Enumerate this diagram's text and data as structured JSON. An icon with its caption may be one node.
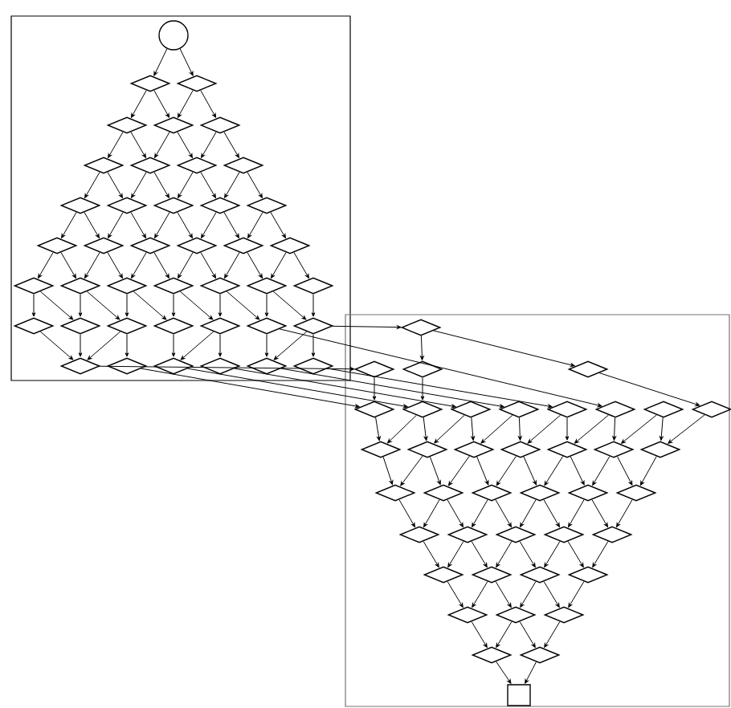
{
  "diagram": {
    "nodes": [
      {
        "text": [],
        "shape": "box"
      },
      {
        "text": [],
        "shape": "circle",
        "in": 0
      },
      {
        "text": [],
        "shape": "diamond",
        "in": 0
      },
      {
        "text": [],
        "shape": "diamond",
        "in": 0
      },
      {
        "text": [],
        "shape": "diamond",
        "in": 0
      },
      {
        "text": [],
        "shape": "diamond",
        "in": 0
      },
      {
        "text": [],
        "shape": "diamond",
        "in": 0
      },
      {
        "text": [],
        "shape": "diamond",
        "in": 0
      },
      {
        "text": [],
        "shape": "diamond",
        "in": 0
      },
      {
        "text": [],
        "shape": "diamond",
        "in": 0
      },
      {
        "text": [],
        "shape": "diamond",
        "in": 0
      },
      {
        "text": [],
        "shape": "diamond",
        "in": 0
      },
      {
        "text": [],
        "shape": "diamond",
        "in": 0
      },
      {
        "text": [],
        "shape": "diamond",
        "in": 0
      },
      {
        "text": [],
        "shape": "diamond",
        "in": 0
      },
      {
        "text": [],
        "shape": "diamond",
        "in": 0
      },
      {
        "text": [],
        "shape": "diamond",
        "in": 0
      },
      {
        "text": [],
        "shape": "diamond",
        "in": 0
      },
      {
        "text": [],
        "shape": "diamond",
        "in": 0
      },
      {
        "text": [],
        "shape": "diamond",
        "in": 0
      },
      {
        "text": [],
        "shape": "diamond",
        "in": 0
      },
      {
        "text": [],
        "shape": "diamond",
        "in": 0
      },
      {
        "text": [],
        "shape": "diamond",
        "in": 0
      },
      {
        "text": [],
        "shape": "diamond",
        "in": 0
      },
      {
        "text": [],
        "shape": "diamond",
        "in": 0
      },
      {
        "text": [],
        "shape": "diamond",
        "in": 0
      },
      {
        "text": [],
        "shape": "diamond",
        "in": 0
      },
      {
        "text": [],
        "shape": "diamond",
        "in": 0
      },
      {
        "text": [],
        "shape": "diamond",
        "in": 0
      },
      {
        "text": [],
        "shape": "diamond",
        "in": 0
      },
      {
        "text": [],
        "shape": "diamond",
        "in": 0
      },
      {
        "text": [],
        "shape": "diamond",
        "in": 0
      },
      {
        "text": [],
        "shape": "diamond",
        "in": 0
      },
      {
        "text": [],
        "shape": "diamond",
        "in": 0
      },
      {
        "text": [],
        "shape": "diamond",
        "in": 0
      },
      {
        "text": [],
        "shape": "diamond",
        "in": 0
      },
      {
        "text": [],
        "shape": "diamond",
        "in": 0
      },
      {
        "text": [],
        "shape": "diamond",
        "in": 0
      },
      {
        "text": [],
        "shape": "diamond",
        "in": 0
      },
      {
        "text": [],
        "shape": "diamond",
        "in": 0
      },
      {
        "text": [],
        "shape": "diamond",
        "in": 0
      },
      {
        "text": [],
        "shape": "diamond",
        "in": 0
      },
      {
        "text": [],
        "shape": "box"
      },
      {
        "text": [],
        "shape": "diamond",
        "in": 42
      },
      {
        "text": [],
        "shape": "diamond",
        "in": 42
      },
      {
        "text": [],
        "shape": "diamond",
        "in": 42
      },
      {
        "text": [],
        "shape": "diamond",
        "in": 42
      },
      {
        "text": [],
        "shape": "diamond",
        "in": 42
      },
      {
        "text": [],
        "shape": "diamond",
        "in": 42
      },
      {
        "text": [],
        "shape": "diamond",
        "in": 42
      },
      {
        "text": [],
        "shape": "diamond",
        "in": 42
      },
      {
        "text": [],
        "shape": "diamond",
        "in": 42
      },
      {
        "text": [],
        "shape": "diamond",
        "in": 42
      },
      {
        "text": [],
        "shape": "diamond",
        "in": 42
      },
      {
        "text": [],
        "shape": "diamond",
        "in": 42
      },
      {
        "text": [],
        "shape": "diamond",
        "in": 42
      },
      {
        "text": [],
        "shape": "diamond",
        "in": 42
      },
      {
        "text": [],
        "shape": "diamond",
        "in": 42
      },
      {
        "text": [],
        "shape": "diamond",
        "in": 42
      },
      {
        "text": [],
        "shape": "diamond",
        "in": 42
      },
      {
        "text": [],
        "shape": "diamond",
        "in": 42
      },
      {
        "text": [],
        "shape": "diamond",
        "in": 42
      },
      {
        "text": [],
        "shape": "diamond",
        "in": 42
      },
      {
        "text": [],
        "shape": "diamond",
        "in": 42
      },
      {
        "text": [],
        "shape": "diamond",
        "in": 42
      },
      {
        "text": [],
        "shape": "diamond",
        "in": 42
      },
      {
        "text": [],
        "shape": "diamond",
        "in": 42
      },
      {
        "text": [],
        "shape": "diamond",
        "in": 42
      },
      {
        "text": [],
        "shape": "diamond",
        "in": 42
      },
      {
        "text": [],
        "shape": "diamond",
        "in": 42
      },
      {
        "text": [],
        "shape": "diamond",
        "in": 42
      },
      {
        "text": [],
        "shape": "diamond",
        "in": 42
      },
      {
        "text": [],
        "shape": "diamond",
        "in": 42
      },
      {
        "text": [],
        "shape": "diamond",
        "in": 42
      },
      {
        "text": [],
        "shape": "diamond",
        "in": 42
      },
      {
        "text": [],
        "shape": "diamond",
        "in": 42
      },
      {
        "text": [],
        "shape": "diamond",
        "in": 42
      },
      {
        "text": [],
        "shape": "diamond",
        "in": 42
      },
      {
        "text": [],
        "shape": "diamond",
        "in": 42
      },
      {
        "text": [],
        "shape": "diamond",
        "in": 42
      },
      {
        "text": [],
        "shape": "diamond",
        "in": 42
      },
      {
        "text": [],
        "shape": "diamond",
        "in": 42
      },
      {
        "text": [],
        "shape": "box",
        "in": 42
      }
    ],
    "edges": [
      {
        "from": 1,
        "to": 2,
        "arrow": "to"
      },
      {
        "from": 1,
        "to": 3,
        "arrow": "to"
      },
      {
        "from": 2,
        "to": 4,
        "arrow": "to"
      },
      {
        "from": 2,
        "to": 5,
        "arrow": "to"
      },
      {
        "from": 3,
        "to": 5,
        "arrow": "to"
      },
      {
        "from": 3,
        "to": 6,
        "arrow": "to"
      },
      {
        "from": 4,
        "to": 7,
        "arrow": "to"
      },
      {
        "from": 4,
        "to": 8,
        "arrow": "to"
      },
      {
        "from": 5,
        "to": 8,
        "arrow": "to"
      },
      {
        "from": 5,
        "to": 9,
        "arrow": "to"
      },
      {
        "from": 6,
        "to": 9,
        "arrow": "to"
      },
      {
        "from": 6,
        "to": 10,
        "arrow": "to"
      },
      {
        "from": 7,
        "to": 11,
        "arrow": "to"
      },
      {
        "from": 7,
        "to": 12,
        "arrow": "to"
      },
      {
        "from": 8,
        "to": 12,
        "arrow": "to"
      },
      {
        "from": 8,
        "to": 13,
        "arrow": "to"
      },
      {
        "from": 9,
        "to": 13,
        "arrow": "to"
      },
      {
        "from": 9,
        "to": 14,
        "arrow": "to"
      },
      {
        "from": 10,
        "to": 14,
        "arrow": "to"
      },
      {
        "from": 10,
        "to": 15,
        "arrow": "to"
      },
      {
        "from": 11,
        "to": 16,
        "arrow": "to"
      },
      {
        "from": 11,
        "to": 17,
        "arrow": "to"
      },
      {
        "from": 12,
        "to": 17,
        "arrow": "to"
      },
      {
        "from": 12,
        "to": 18,
        "arrow": "to"
      },
      {
        "from": 13,
        "to": 18,
        "arrow": "to"
      },
      {
        "from": 13,
        "to": 19,
        "arrow": "to"
      },
      {
        "from": 14,
        "to": 19,
        "arrow": "to"
      },
      {
        "from": 14,
        "to": 20,
        "arrow": "to"
      },
      {
        "from": 15,
        "to": 20,
        "arrow": "to"
      },
      {
        "from": 15,
        "to": 21,
        "arrow": "to"
      },
      {
        "from": 16,
        "to": 22,
        "arrow": "to"
      },
      {
        "from": 16,
        "to": 23,
        "arrow": "to"
      },
      {
        "from": 17,
        "to": 23,
        "arrow": "to"
      },
      {
        "from": 17,
        "to": 24,
        "arrow": "to"
      },
      {
        "from": 18,
        "to": 24,
        "arrow": "to"
      },
      {
        "from": 18,
        "to": 25,
        "arrow": "to"
      },
      {
        "from": 19,
        "to": 25,
        "arrow": "to"
      },
      {
        "from": 19,
        "to": 26,
        "arrow": "to"
      },
      {
        "from": 20,
        "to": 26,
        "arrow": "to"
      },
      {
        "from": 20,
        "to": 27,
        "arrow": "to"
      },
      {
        "from": 21,
        "to": 27,
        "arrow": "to"
      },
      {
        "from": 21,
        "to": 28,
        "arrow": "to"
      },
      {
        "from": 22,
        "to": 29,
        "arrow": "to"
      },
      {
        "from": 23,
        "to": 30,
        "arrow": "to"
      },
      {
        "from": 24,
        "to": 31,
        "arrow": "to"
      },
      {
        "from": 25,
        "to": 32,
        "arrow": "to"
      },
      {
        "from": 26,
        "to": 33,
        "arrow": "to"
      },
      {
        "from": 27,
        "to": 34,
        "arrow": "to"
      },
      {
        "from": 28,
        "to": 35,
        "arrow": "to"
      },
      {
        "from": 22,
        "to": 30,
        "arrow": "to"
      },
      {
        "from": 23,
        "to": 31,
        "arrow": "to"
      },
      {
        "from": 24,
        "to": 32,
        "arrow": "to"
      },
      {
        "from": 25,
        "to": 33,
        "arrow": "to"
      },
      {
        "from": 26,
        "to": 34,
        "arrow": "to"
      },
      {
        "from": 27,
        "to": 35,
        "arrow": "to"
      },
      {
        "from": 29,
        "to": 36,
        "arrow": "to"
      },
      {
        "from": 30,
        "to": 36,
        "arrow": "to"
      },
      {
        "from": 31,
        "to": 37,
        "arrow": "to"
      },
      {
        "from": 32,
        "to": 38,
        "arrow": "to"
      },
      {
        "from": 33,
        "to": 39,
        "arrow": "to"
      },
      {
        "from": 34,
        "to": 40,
        "arrow": "to"
      },
      {
        "from": 35,
        "to": 41,
        "arrow": "to"
      },
      {
        "from": 31,
        "to": 36,
        "arrow": "to"
      },
      {
        "from": 33,
        "to": 38,
        "arrow": "to"
      },
      {
        "from": 35,
        "to": 40,
        "arrow": "to"
      },
      {
        "from": 35,
        "to": 43,
        "arrow": "to"
      },
      {
        "from": 36,
        "to": 44,
        "arrow": "to"
      },
      {
        "from": 37,
        "to": 47,
        "arrow": "to"
      },
      {
        "from": 38,
        "to": 48,
        "arrow": "to"
      },
      {
        "from": 39,
        "to": 49,
        "arrow": "to"
      },
      {
        "from": 40,
        "to": 50,
        "arrow": "to"
      },
      {
        "from": 41,
        "to": 51,
        "arrow": "to"
      },
      {
        "from": 34,
        "to": 52,
        "arrow": "to"
      },
      {
        "from": 43,
        "to": 45,
        "arrow": "to"
      },
      {
        "from": 43,
        "to": 46,
        "arrow": "to"
      },
      {
        "from": 45,
        "to": 48,
        "arrow": "to"
      },
      {
        "from": 46,
        "to": 54,
        "arrow": "to"
      },
      {
        "from": 44,
        "to": 47,
        "arrow": "to"
      },
      {
        "from": 47,
        "to": 55,
        "arrow": "to"
      },
      {
        "from": 48,
        "to": 56,
        "arrow": "to"
      },
      {
        "from": 49,
        "to": 57,
        "arrow": "to"
      },
      {
        "from": 50,
        "to": 58,
        "arrow": "to"
      },
      {
        "from": 51,
        "to": 59,
        "arrow": "to"
      },
      {
        "from": 52,
        "to": 60,
        "arrow": "to"
      },
      {
        "from": 53,
        "to": 61,
        "arrow": "to"
      },
      {
        "from": 48,
        "to": 55,
        "arrow": "to"
      },
      {
        "from": 49,
        "to": 56,
        "arrow": "to"
      },
      {
        "from": 50,
        "to": 57,
        "arrow": "to"
      },
      {
        "from": 51,
        "to": 58,
        "arrow": "to"
      },
      {
        "from": 52,
        "to": 59,
        "arrow": "to"
      },
      {
        "from": 53,
        "to": 60,
        "arrow": "to"
      },
      {
        "from": 54,
        "to": 61,
        "arrow": "to"
      },
      {
        "from": 55,
        "to": 62,
        "arrow": "to"
      },
      {
        "from": 56,
        "to": 63,
        "arrow": "to"
      },
      {
        "from": 57,
        "to": 64,
        "arrow": "to"
      },
      {
        "from": 58,
        "to": 65,
        "arrow": "to"
      },
      {
        "from": 59,
        "to": 66,
        "arrow": "to"
      },
      {
        "from": 60,
        "to": 67,
        "arrow": "to"
      },
      {
        "from": 56,
        "to": 62,
        "arrow": "to"
      },
      {
        "from": 57,
        "to": 63,
        "arrow": "to"
      },
      {
        "from": 58,
        "to": 64,
        "arrow": "to"
      },
      {
        "from": 59,
        "to": 65,
        "arrow": "to"
      },
      {
        "from": 60,
        "to": 66,
        "arrow": "to"
      },
      {
        "from": 61,
        "to": 67,
        "arrow": "to"
      },
      {
        "from": 62,
        "to": 68,
        "arrow": "to"
      },
      {
        "from": 63,
        "to": 69,
        "arrow": "to"
      },
      {
        "from": 64,
        "to": 70,
        "arrow": "to"
      },
      {
        "from": 65,
        "to": 71,
        "arrow": "to"
      },
      {
        "from": 66,
        "to": 72,
        "arrow": "to"
      },
      {
        "from": 63,
        "to": 68,
        "arrow": "to"
      },
      {
        "from": 64,
        "to": 69,
        "arrow": "to"
      },
      {
        "from": 65,
        "to": 70,
        "arrow": "to"
      },
      {
        "from": 66,
        "to": 71,
        "arrow": "to"
      },
      {
        "from": 67,
        "to": 72,
        "arrow": "to"
      },
      {
        "from": 68,
        "to": 73,
        "arrow": "to"
      },
      {
        "from": 69,
        "to": 74,
        "arrow": "to"
      },
      {
        "from": 70,
        "to": 75,
        "arrow": "to"
      },
      {
        "from": 71,
        "to": 76,
        "arrow": "to"
      },
      {
        "from": 69,
        "to": 73,
        "arrow": "to"
      },
      {
        "from": 70,
        "to": 74,
        "arrow": "to"
      },
      {
        "from": 71,
        "to": 75,
        "arrow": "to"
      },
      {
        "from": 72,
        "to": 76,
        "arrow": "to"
      },
      {
        "from": 73,
        "to": 77,
        "arrow": "to"
      },
      {
        "from": 74,
        "to": 78,
        "arrow": "to"
      },
      {
        "from": 75,
        "to": 79,
        "arrow": "to"
      },
      {
        "from": 74,
        "to": 77,
        "arrow": "to"
      },
      {
        "from": 75,
        "to": 78,
        "arrow": "to"
      },
      {
        "from": 76,
        "to": 79,
        "arrow": "to"
      },
      {
        "from": 77,
        "to": 80,
        "arrow": "to"
      },
      {
        "from": 78,
        "to": 81,
        "arrow": "to"
      },
      {
        "from": 78,
        "to": 80,
        "arrow": "to"
      },
      {
        "from": 79,
        "to": 81,
        "arrow": "to"
      },
      {
        "from": 80,
        "to": 82,
        "arrow": "to"
      },
      {
        "from": 81,
        "to": 82,
        "arrow": "to"
      }
    ]
  }
}
